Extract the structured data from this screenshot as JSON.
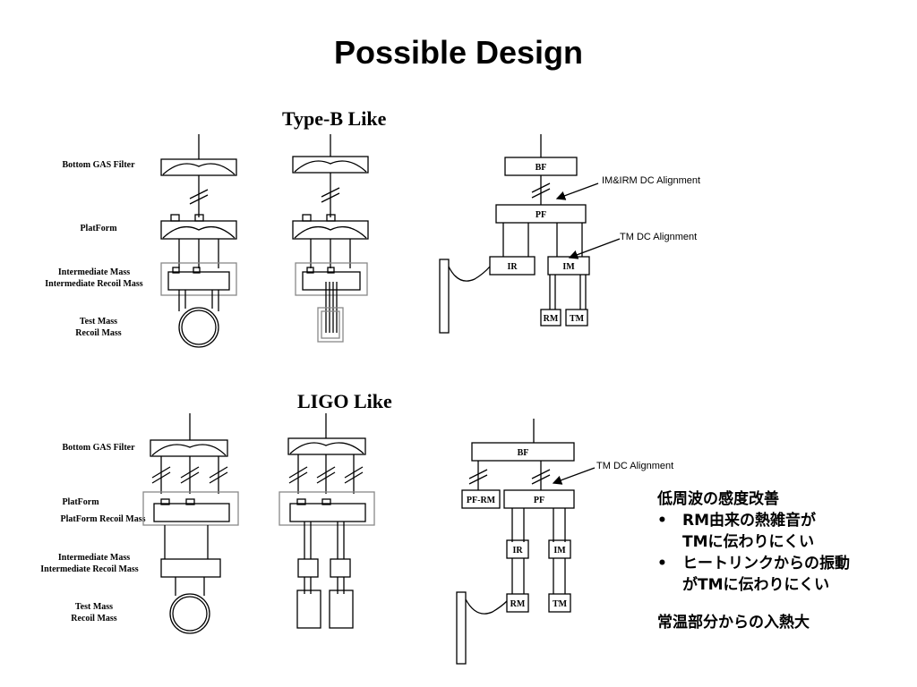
{
  "slide": {
    "title": "Possible Design"
  },
  "typeb": {
    "heading": "Type-B Like",
    "labels": {
      "bgf": "Bottom GAS Filter",
      "platform": "PlatForm",
      "im1": "Intermediate Mass",
      "im2": "Intermediate Recoil Mass",
      "tm1": "Test Mass",
      "tm2": "Recoil Mass"
    },
    "boxes": {
      "bf": "BF",
      "pf": "PF",
      "ir": "IR",
      "im": "IM",
      "rm": "RM",
      "tm": "TM"
    },
    "annotations": {
      "a1": "IM&IRM DC Alignment",
      "a2": "TM DC Alignment"
    }
  },
  "ligo": {
    "heading": "LIGO Like",
    "labels": {
      "bgf": "Bottom GAS Filter",
      "pf1": "PlatForm",
      "pf2": "PlatForm Recoil Mass",
      "im1": "Intermediate Mass",
      "im2": "Intermediate Recoil Mass",
      "tm1": "Test Mass",
      "tm2": "Recoil Mass"
    },
    "boxes": {
      "bf": "BF",
      "pfrm": "PF-RM",
      "pf": "PF",
      "ir": "IR",
      "im": "IM",
      "rm": "RM",
      "tm": "TM"
    },
    "annotations": {
      "a1": "TM DC Alignment"
    }
  },
  "notes": {
    "heading": "低周波の感度改善",
    "items": [
      [
        "RM由来の熱雑音が",
        "TMに伝わりにくい"
      ],
      [
        "ヒートリンクからの振動",
        "がTMに伝わりにくい"
      ]
    ],
    "footer": "常温部分からの入熱大"
  }
}
